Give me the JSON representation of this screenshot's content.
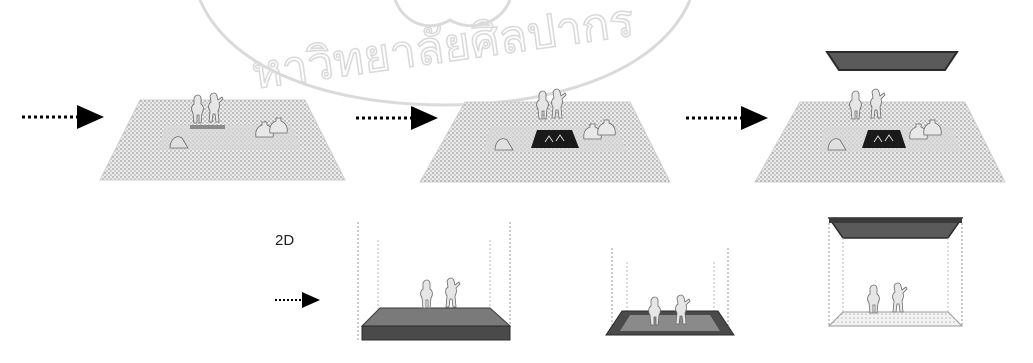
{
  "diagram": {
    "stages_3d": [
      {
        "id": "stage-1",
        "has_arrow_in": true,
        "has_dark_base": false,
        "has_ceiling": false
      },
      {
        "id": "stage-2",
        "has_arrow_in": true,
        "has_dark_base": true,
        "has_ceiling": false
      },
      {
        "id": "stage-3",
        "has_arrow_in": true,
        "has_dark_base": true,
        "has_ceiling": true
      }
    ],
    "views_2d": {
      "label": "2D",
      "panels": [
        {
          "id": "view-1",
          "style": "raised-platform"
        },
        {
          "id": "view-2",
          "style": "sunken-tray"
        },
        {
          "id": "view-3",
          "style": "open-box-with-ceiling"
        }
      ]
    },
    "colors": {
      "floor_dots": "#9a9a9a",
      "dark_base": "#1a1a1a",
      "platform": "#707070",
      "ceiling": "#5a5a5a",
      "watermark": "#bdbdbd"
    },
    "watermark": {
      "type": "institution-seal",
      "text": "หาวิทยาลัยศิลปากร"
    }
  }
}
